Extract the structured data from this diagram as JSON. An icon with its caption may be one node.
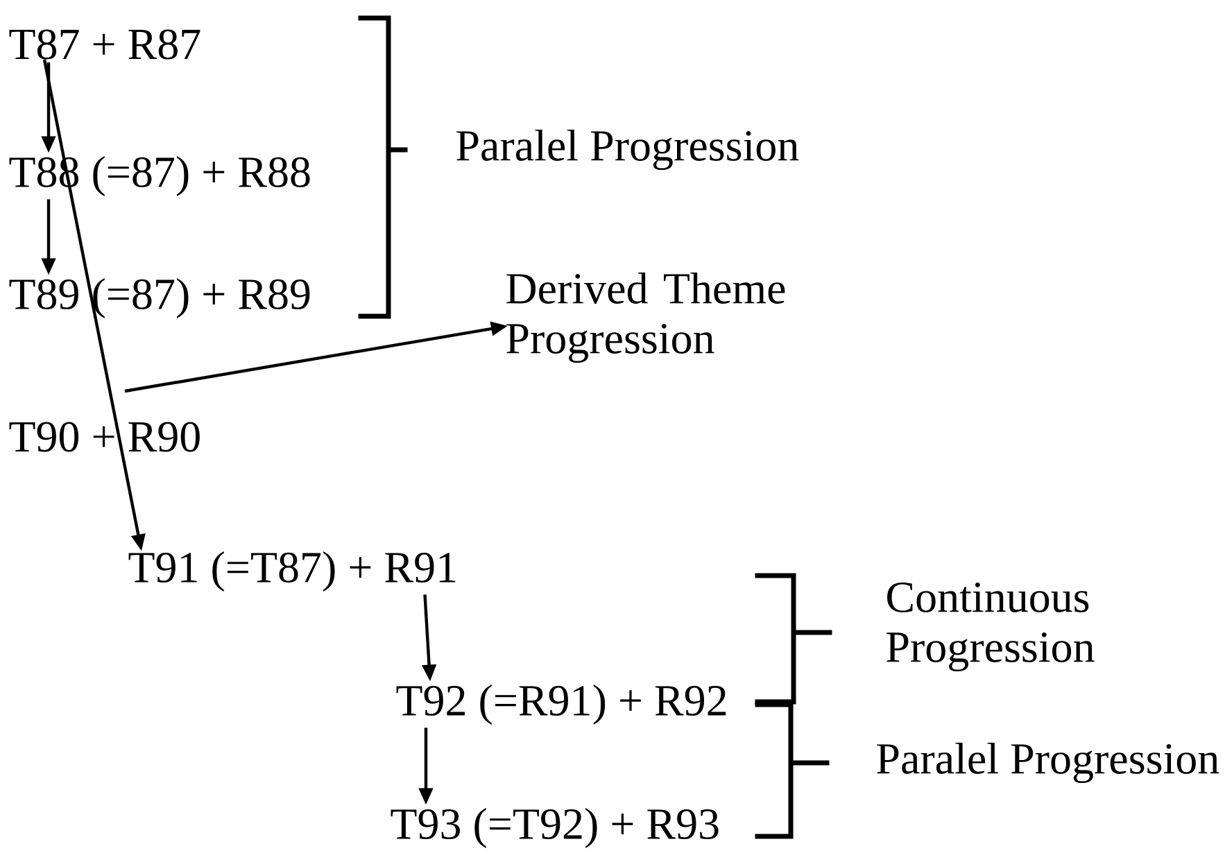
{
  "diagram": {
    "nodes": [
      {
        "text": [
          "T87 + R87"
        ]
      },
      {
        "text": [
          "T88 (=87) + R88"
        ]
      },
      {
        "text": [
          "T89 (=87) + R89"
        ]
      },
      {
        "text": [
          "Derived Theme Progression"
        ]
      },
      {
        "text": [
          "T90 + R90"
        ]
      },
      {
        "text": [
          "T91 (=T87) +  R91"
        ]
      },
      {
        "text": [
          "T92 (=R91) + R92"
        ]
      },
      {
        "text": [
          "T93 (=T92) + R93"
        ]
      }
    ],
    "edges": [
      {
        "from": 0,
        "to": 1,
        "arrow": "to"
      },
      {
        "from": 1,
        "to": 2,
        "arrow": "to"
      },
      {
        "from": 0,
        "to": 5,
        "arrow": "to"
      },
      {
        "from": null,
        "to": 3,
        "arrow": "to"
      },
      {
        "from": 5,
        "to": 6,
        "arrow": "to"
      },
      {
        "from": 6,
        "to": 7,
        "arrow": "to"
      }
    ],
    "labels": [
      "Paralel Progression",
      "Continuous Progression",
      "Paralel Progression"
    ]
  }
}
